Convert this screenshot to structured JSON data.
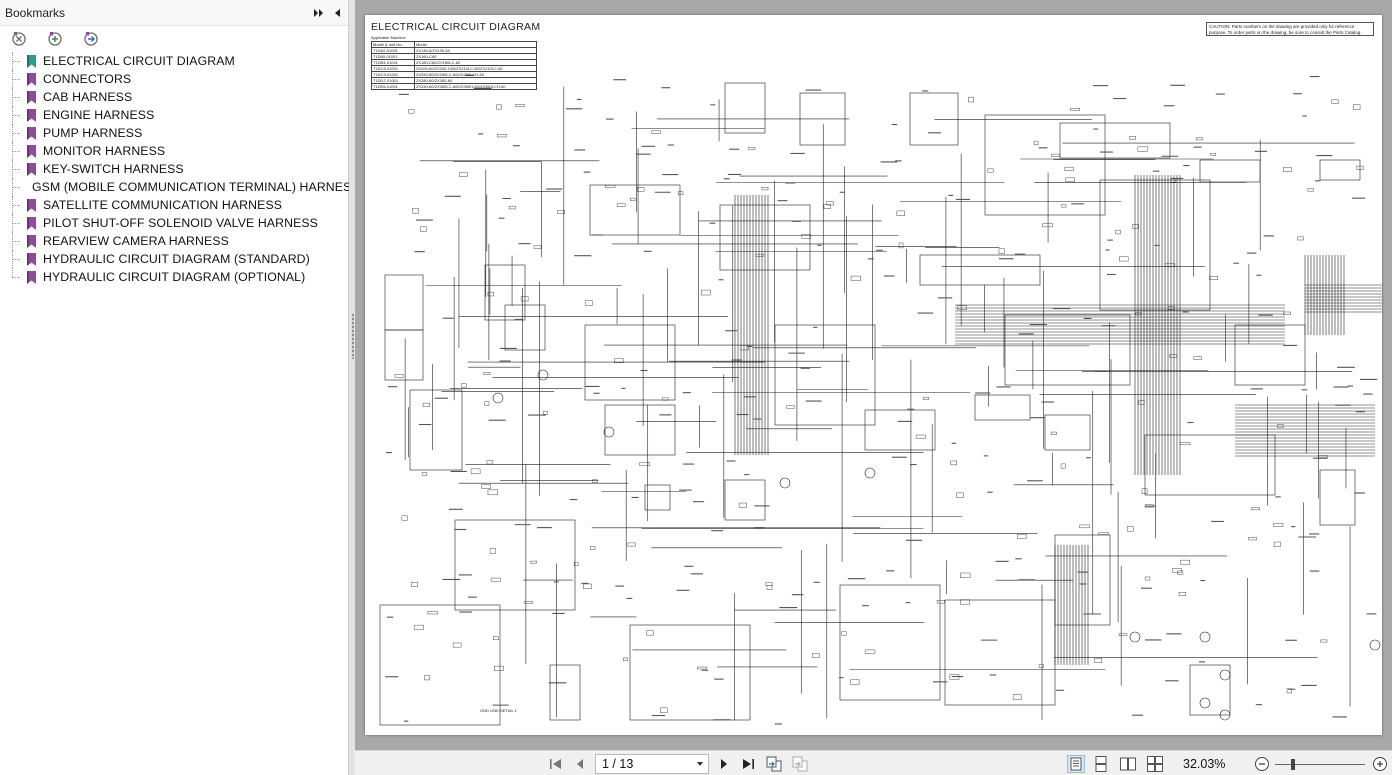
{
  "sidebar": {
    "title": "Bookmarks",
    "controls": [
      {
        "icon": "expand-options-icon",
        "glyph": "▸▸"
      },
      {
        "icon": "collapse-panel-icon",
        "glyph": "◂"
      }
    ],
    "tools": [
      {
        "icon": "delete-bookmark-icon"
      },
      {
        "icon": "new-bookmark-icon"
      },
      {
        "icon": "expand-bookmark-icon"
      }
    ],
    "bookmarks": [
      {
        "label": "ELECTRICAL CIRCUIT DIAGRAM",
        "selected": true
      },
      {
        "label": "CONNECTORS",
        "selected": false
      },
      {
        "label": "CAB HARNESS",
        "selected": false
      },
      {
        "label": "ENGINE HARNESS",
        "selected": false
      },
      {
        "label": "PUMP HARNESS",
        "selected": false
      },
      {
        "label": "MONITOR HARNESS",
        "selected": false
      },
      {
        "label": "KEY-SWITCH HARNESS",
        "selected": false
      },
      {
        "label": "GSM (MOBILE COMMUNICATION TERMINAL) HARNESS",
        "selected": false
      },
      {
        "label": "SATELLITE COMMUNICATION HARNESS",
        "selected": false
      },
      {
        "label": "PILOT SHUT-OFF SOLENOID VALVE HARNESS",
        "selected": false
      },
      {
        "label": "REARVIEW CAMERA HARNESS",
        "selected": false
      },
      {
        "label": "HYDRAULIC CIRCUIT DIAGRAM (STANDARD)",
        "selected": false
      },
      {
        "label": "HYDRAULIC CIRCUIT DIAGRAM (OPTIONAL)",
        "selected": false
      }
    ]
  },
  "document": {
    "page_title": "ELECTRICAL CIRCUIT DIAGRAM",
    "caution": "CAUTION: Parts numbers on the drawing are provided only for reference purpose. To order parts on the drawing, be sure to consult the Parts Catalog.",
    "applicable": {
      "caption": "Applicable Machine",
      "header": [
        "Model & unit No.",
        "Model"
      ],
      "rows": [
        [
          "T1DA2-01001",
          "ZX130-6/ZX130-60"
        ],
        [
          "T1D80-01001",
          "ZX160-C60"
        ],
        [
          "T1DB4-01001",
          "ZX180-C60/ZX180LC-60"
        ],
        [
          "T1DC8-01001",
          "ZX200-60/ZX200-C60/ZX210LC-60/ZX210LC-60"
        ],
        [
          "T1DC9-01001",
          "ZX250-60/ZX250LC-60/ZX250LCH-60"
        ],
        [
          "T1DD7-01001",
          "ZX280-60/ZX300-60"
        ],
        [
          "T1DE8-01001",
          "ZX330-60/ZX350LC-60/ZX350H-60/ZX350LCH-60"
        ]
      ]
    },
    "bottom_labels": {
      "ground_detail": "GND LINE DETAIL 1"
    }
  },
  "toolbar": {
    "page_indicator": "1 / 13",
    "zoom": "32.03%",
    "zoom_level_fraction": 0.18,
    "active_view": "single-page"
  },
  "colors": {
    "bookmark_selected": "#2a9d8f",
    "bookmark_default": "#8e4a9c",
    "viewer_background": "#a8a8a8",
    "selected_view_bg": "#d7e5f5"
  }
}
